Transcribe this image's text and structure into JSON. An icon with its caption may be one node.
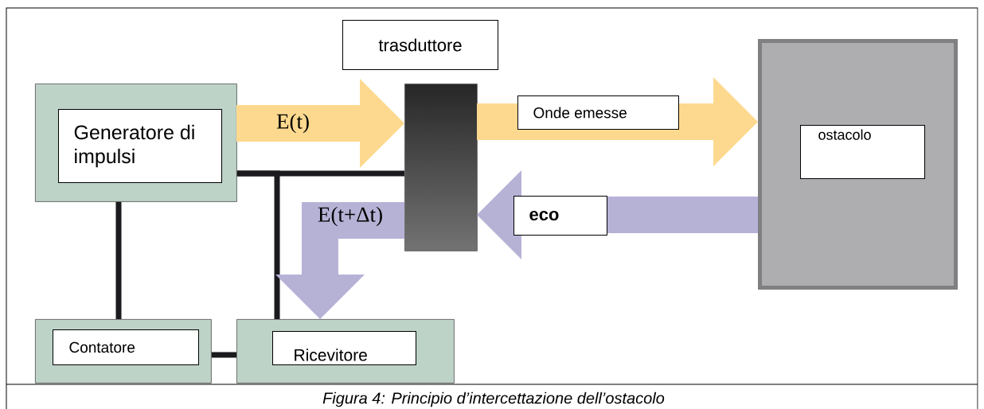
{
  "diagram": {
    "caption": "Figura 4: Principio d’intercettazione dell’ostacolo",
    "nodes": [
      {
        "text": [],
        "shape": "box"
      },
      {
        "text": [
          "Generatore di impulsi"
        ],
        "in": 0
      },
      {
        "text": [
          "trasduttore"
        ]
      },
      {
        "text": [],
        "shape": "box"
      },
      {
        "text": [
          "Onde emesse"
        ]
      },
      {
        "text": [
          "eco"
        ]
      },
      {
        "text": [],
        "shape": "box"
      },
      {
        "text": [
          "ostacolo"
        ],
        "in": 6
      },
      {
        "text": [],
        "shape": "box"
      },
      {
        "text": [
          "Contatore"
        ],
        "in": 8
      },
      {
        "text": [],
        "shape": "box"
      },
      {
        "text": [
          "Ricevitore"
        ],
        "in": 10
      }
    ],
    "edges": [
      {
        "from": 0,
        "to": 3,
        "arrow": "none",
        "color": "#1b1a1f"
      },
      {
        "from": 0,
        "to": 10,
        "arrow": "none",
        "color": "#1b1a1f"
      },
      {
        "from": 0,
        "to": 8,
        "arrow": "none",
        "color": "#1b1a1f"
      },
      {
        "from": 8,
        "to": 10,
        "arrow": "none",
        "color": "#1b1a1f"
      },
      {
        "from": 0,
        "to": 3,
        "arrow": "to",
        "label": "E(t)",
        "style": "thick",
        "color": "#fdd98f"
      },
      {
        "from": 3,
        "to": 6,
        "arrow": "to",
        "style": "thick",
        "color": "#fdd98f"
      },
      {
        "from": 6,
        "to": 3,
        "arrow": "to",
        "style": "thick",
        "color": "#b6b2d6"
      },
      {
        "from": 3,
        "to": 10,
        "arrow": "to",
        "label": "E(t+Δt)",
        "style": "thick",
        "color": "#b6b2d6"
      }
    ]
  }
}
